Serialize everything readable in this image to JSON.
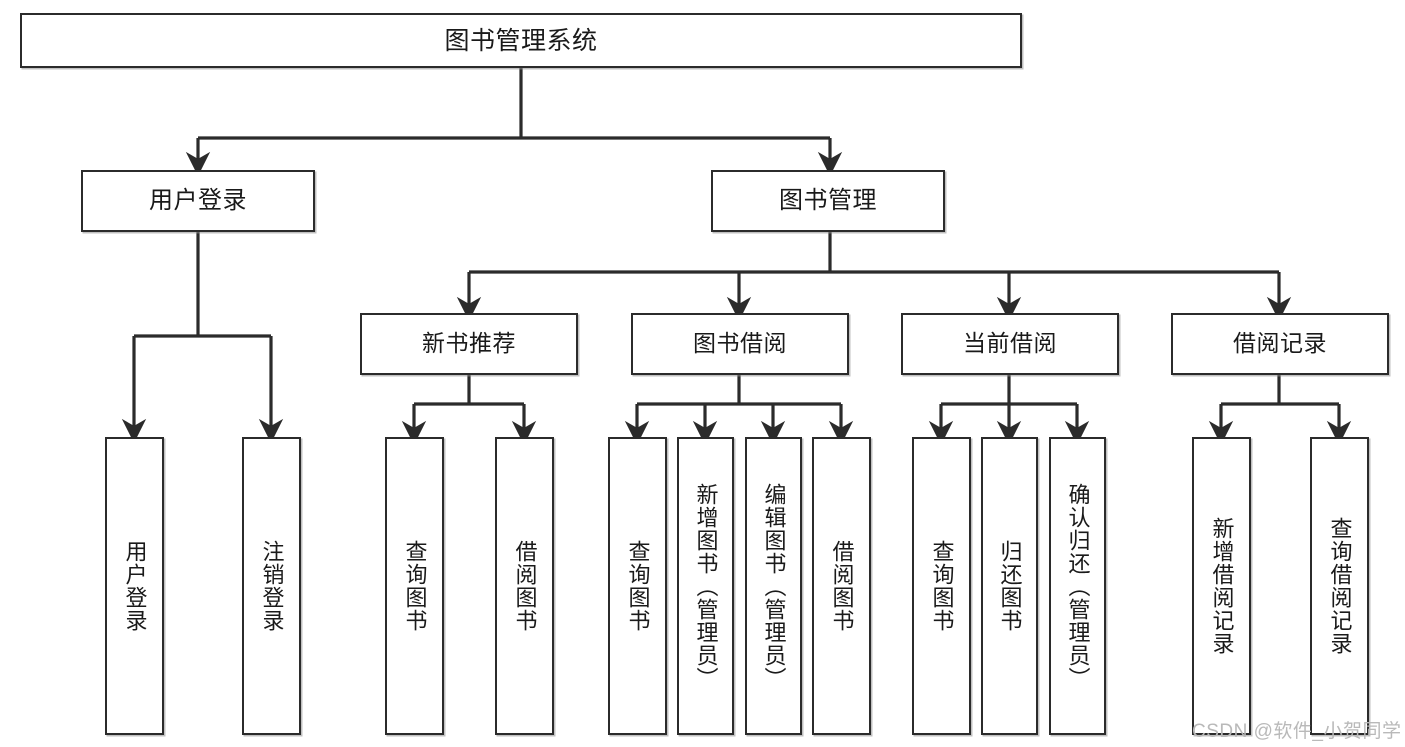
{
  "diagram": {
    "title_node": {
      "label": "图书管理系统"
    },
    "level1": [
      {
        "label": "用户登录"
      },
      {
        "label": "图书管理"
      }
    ],
    "level2": [
      {
        "label": "新书推荐"
      },
      {
        "label": "图书借阅"
      },
      {
        "label": "当前借阅"
      },
      {
        "label": "借阅记录"
      }
    ],
    "leaves": [
      {
        "label": "用户登录"
      },
      {
        "label": "注销登录"
      },
      {
        "label": "查询图书"
      },
      {
        "label": "借阅图书"
      },
      {
        "label": "查询图书"
      },
      {
        "label": "新增图书（管理员）"
      },
      {
        "label": "编辑图书（管理员）"
      },
      {
        "label": "借阅图书"
      },
      {
        "label": "查询图书"
      },
      {
        "label": "归还图书"
      },
      {
        "label": "确认归还（管理员）"
      },
      {
        "label": "新增借阅记录"
      },
      {
        "label": "查询借阅记录"
      }
    ]
  },
  "watermark": {
    "text": "CSDN @软件_小贺同学"
  },
  "colors": {
    "stroke": "#2b2b2b",
    "box_fill": "#ffffff",
    "text": "#1a1a1a",
    "watermark": "#b9b9b9",
    "page_background": "#ffffff"
  }
}
